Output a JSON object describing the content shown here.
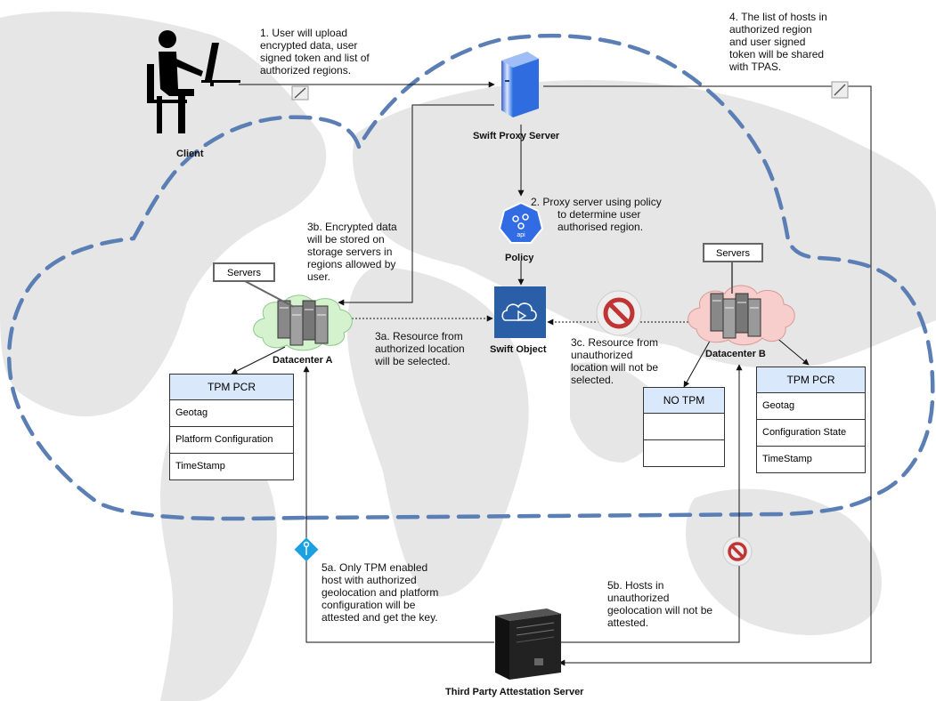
{
  "client": {
    "label": "Client"
  },
  "proxy": {
    "label": "Swift Proxy Server"
  },
  "policy": {
    "label": "Policy",
    "api_text": "api"
  },
  "swift_object": {
    "label": "Swift Object"
  },
  "datacenter_a": {
    "label": "Datacenter A",
    "servers_label": "Servers",
    "table": {
      "header": "TPM PCR",
      "rows": [
        "Geotag",
        "Platform Configuration",
        "TimeStamp"
      ]
    }
  },
  "datacenter_b": {
    "label": "Datacenter B",
    "servers_label": "Servers",
    "table": {
      "header": "TPM PCR",
      "rows": [
        "Geotag",
        "Configuration State",
        "TimeStamp"
      ]
    }
  },
  "no_tpm_table": {
    "header": "NO TPM",
    "rows": [
      "",
      ""
    ]
  },
  "tpas": {
    "label": "Third Party Attestation Server"
  },
  "steps": {
    "s1": [
      "1. User will upload",
      "encrypted data, user",
      "signed token and list of",
      "authorized regions."
    ],
    "s2": [
      "2. Proxy server using policy",
      "to determine user",
      "authorised region."
    ],
    "s3a": [
      "3a. Resource from",
      "authorized location",
      "will be selected."
    ],
    "s3b": [
      "3b. Encrypted data",
      "will be stored on",
      "storage servers in",
      "regions allowed by",
      "user."
    ],
    "s3c": [
      "3c. Resource from",
      "unauthorized",
      "location will not be",
      "selected."
    ],
    "s4": [
      "4. The list of hosts in",
      "authorized region",
      "and user signed",
      "token will be shared",
      "with TPAS."
    ],
    "s5a": [
      "5a. Only TPM enabled",
      "host with authorized",
      "geolocation and platform",
      "configuration will be",
      "attested and get the key."
    ],
    "s5b": [
      "5b. Hosts in",
      "unauthorized",
      "geolocation will not be",
      "attested."
    ]
  },
  "colors": {
    "region_dash": "#5b7fb5",
    "cloud_a": "#d5f2cf",
    "cloud_b": "#f8cecc",
    "table_header": "#dae8fc",
    "deny": "#c03434",
    "key_badge": "#1ba1e2",
    "policy_blue": "#326ce5",
    "swift_blue": "#2a5fa8"
  }
}
